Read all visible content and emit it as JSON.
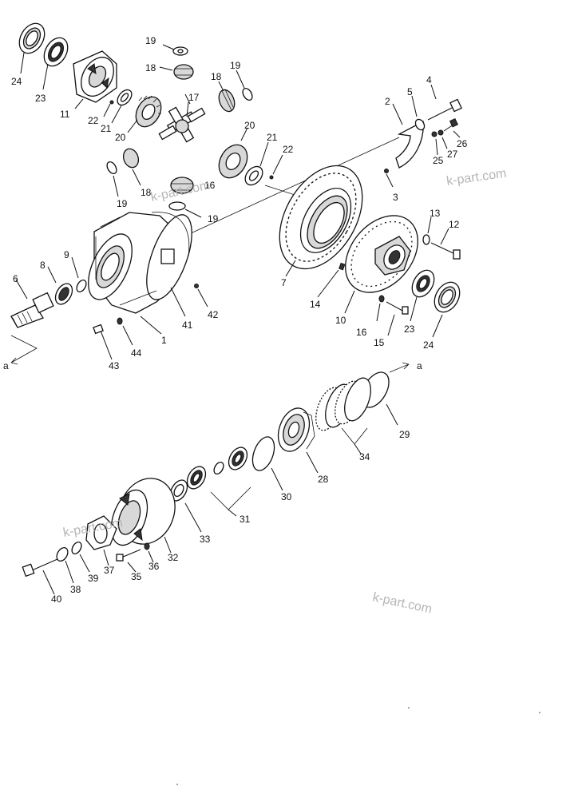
{
  "labels": {
    "p24a": "24",
    "p23a": "23",
    "p11": "11",
    "p22a": "22",
    "p21a": "21",
    "p20a": "20",
    "p19a": "19",
    "p18a": "18",
    "p19b": "19",
    "p18b": "18",
    "p17": "17",
    "p20b": "20",
    "p21b": "21",
    "p22b": "22",
    "p19c": "19",
    "p18c": "18",
    "p16mark": "16",
    "p19d": "19",
    "p2": "2",
    "p5": "5",
    "p4": "4",
    "p27": "27",
    "p26": "26",
    "p25": "25",
    "p3": "3",
    "p13": "13",
    "p12": "12",
    "p7": "7",
    "p14": "14",
    "p10": "10",
    "p16": "16",
    "p23b": "23",
    "p24b": "24",
    "p15": "15",
    "p6": "6",
    "p8": "8",
    "p9": "9",
    "p41": "41",
    "p42": "42",
    "p1": "1",
    "p43": "43",
    "p44": "44",
    "a_left": "a",
    "a_right": "a",
    "p29": "29",
    "p34": "34",
    "p28": "28",
    "p30": "30",
    "p31": "31",
    "p33": "33",
    "p32": "32",
    "p35": "35",
    "p36": "36",
    "p37": "37",
    "p38": "38",
    "p39": "39",
    "p40": "40"
  },
  "watermarks": [
    "k-part.com",
    "k-part.com",
    "k-part.com",
    "k-part.com"
  ]
}
